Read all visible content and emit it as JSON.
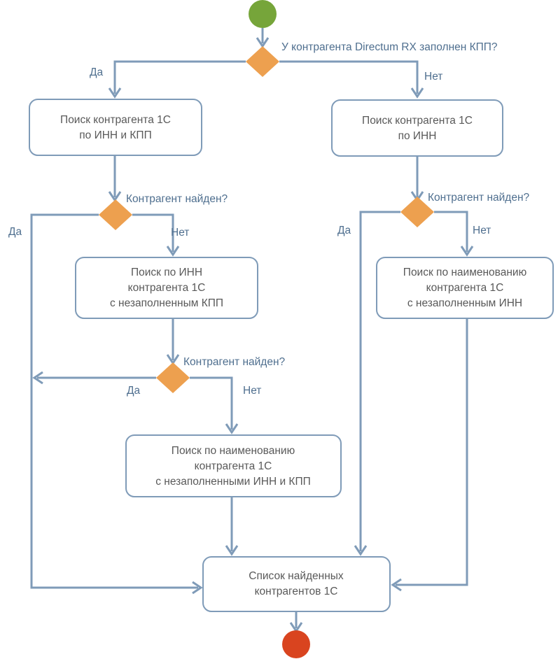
{
  "diagram": {
    "title": "Поиск контрагента 1С",
    "colors": {
      "start": "#76a53a",
      "end": "#d9441f",
      "decision": "#eda04f",
      "connector": "#7f9bb8",
      "box_border": "#7f9bb8",
      "box_fill": "#ffffff",
      "node_text": "#595959",
      "label_text": "#4f6f8f",
      "background": "#ffffff"
    },
    "nodes": {
      "start": {
        "type": "start",
        "label": ""
      },
      "d1": {
        "type": "decision",
        "label": "У контрагента Directum RX заполнен КПП?"
      },
      "p1": {
        "type": "process",
        "lines": [
          "Поиск контрагента 1С",
          "по ИНН и КПП"
        ]
      },
      "p2": {
        "type": "process",
        "lines": [
          "Поиск контрагента 1С",
          "по ИНН"
        ]
      },
      "d2": {
        "type": "decision",
        "label": "Контрагент найден?"
      },
      "d3": {
        "type": "decision",
        "label": "Контрагент найден?"
      },
      "p3": {
        "type": "process",
        "lines": [
          "Поиск по ИНН",
          "контрагента 1С",
          "с незаполненным КПП"
        ]
      },
      "p4": {
        "type": "process",
        "lines": [
          "Поиск по наименованию",
          "контрагента 1С",
          "с незаполненным ИНН"
        ]
      },
      "d4": {
        "type": "decision",
        "label": "Контрагент найден?"
      },
      "p5": {
        "type": "process",
        "lines": [
          "Поиск по наименованию",
          "контрагента 1С",
          "с незаполненными ИНН и КПП"
        ]
      },
      "p6": {
        "type": "process",
        "lines": [
          "Список найденных",
          "контрагентов 1С"
        ]
      },
      "end": {
        "type": "end",
        "label": ""
      }
    },
    "edge_labels": {
      "d1_yes": "Да",
      "d1_no": "Нет",
      "d2_yes": "Да",
      "d2_no": "Нет",
      "d3_yes": "Да",
      "d3_no": "Нет",
      "d4_yes": "Да",
      "d4_no": "Нет"
    }
  }
}
